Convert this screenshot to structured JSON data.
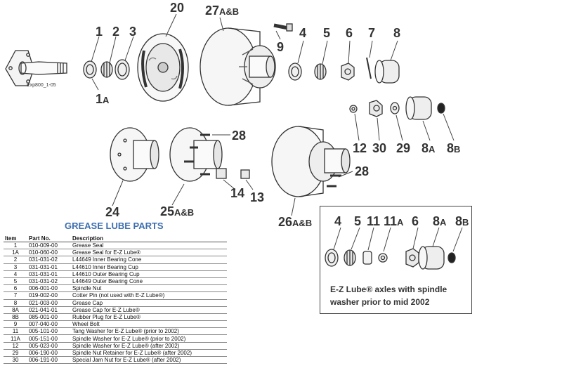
{
  "model_label": "Exp800_1-05",
  "callouts": {
    "c1": {
      "num": "1",
      "sfx": ""
    },
    "c2": {
      "num": "2",
      "sfx": ""
    },
    "c3": {
      "num": "3",
      "sfx": ""
    },
    "c1a": {
      "num": "1",
      "sfx": "A"
    },
    "c20": {
      "num": "20",
      "sfx": ""
    },
    "c27": {
      "num": "27",
      "sfx": "A&B"
    },
    "c9": {
      "num": "9",
      "sfx": ""
    },
    "c4": {
      "num": "4",
      "sfx": ""
    },
    "c5": {
      "num": "5",
      "sfx": ""
    },
    "c6": {
      "num": "6",
      "sfx": ""
    },
    "c7": {
      "num": "7",
      "sfx": ""
    },
    "c8": {
      "num": "8",
      "sfx": ""
    },
    "c12": {
      "num": "12",
      "sfx": ""
    },
    "c30": {
      "num": "30",
      "sfx": ""
    },
    "c29": {
      "num": "29",
      "sfx": ""
    },
    "c8a": {
      "num": "8",
      "sfx": "A"
    },
    "c8b": {
      "num": "8",
      "sfx": "B"
    },
    "c28a": {
      "num": "28",
      "sfx": ""
    },
    "c28b": {
      "num": "28",
      "sfx": ""
    },
    "c24": {
      "num": "24",
      "sfx": ""
    },
    "c25": {
      "num": "25",
      "sfx": "A&B"
    },
    "c14": {
      "num": "14",
      "sfx": ""
    },
    "c13": {
      "num": "13",
      "sfx": ""
    },
    "c26": {
      "num": "26",
      "sfx": "A&B"
    },
    "i4": {
      "num": "4",
      "sfx": ""
    },
    "i5": {
      "num": "5",
      "sfx": ""
    },
    "i11": {
      "num": "11",
      "sfx": ""
    },
    "i11a": {
      "num": "11",
      "sfx": "A"
    },
    "i6": {
      "num": "6",
      "sfx": ""
    },
    "i8a": {
      "num": "8",
      "sfx": "A"
    },
    "i8b": {
      "num": "8",
      "sfx": "B"
    }
  },
  "parts_section": {
    "title": "GREASE LUBE PARTS",
    "columns": [
      "Item",
      "Part No.",
      "Description"
    ],
    "rows": [
      [
        "1",
        "010-009-00",
        "Grease Seal"
      ],
      [
        "1A",
        "010-060-00",
        "Grease Seal for E-Z Lube®"
      ],
      [
        "2",
        "031-031-02",
        "L44649 Inner Bearing Cone"
      ],
      [
        "3",
        "031-031-01",
        "L44610 Inner Bearing Cup"
      ],
      [
        "4",
        "031-031-01",
        "L44610 Outer Bearing Cup"
      ],
      [
        "5",
        "031-031-02",
        "L44649 Outer Bearing Cone"
      ],
      [
        "6",
        "006-001-00",
        "Spindle Nut"
      ],
      [
        "7",
        "019-002-00",
        "Cotter Pin (not used with E-Z Lube®)"
      ],
      [
        "8",
        "021-003-00",
        "Grease Cap"
      ],
      [
        "8A",
        "021-041-01",
        "Grease Cap for E-Z Lube®"
      ],
      [
        "8B",
        "085-001-00",
        "Rubber Plug for E-Z Lube®"
      ],
      [
        "9",
        "007-040-00",
        "Wheel Bolt"
      ],
      [
        "11",
        "005-101-00",
        "Tang Washer for E-Z Lube® (prior to 2002)"
      ],
      [
        "11A",
        "005-151-00",
        "Spindle Washer for E-Z Lube® (prior to 2002)"
      ],
      [
        "12",
        "005-023-00",
        "Spindle Washer for E-Z Lube® (after 2002)"
      ],
      [
        "29",
        "006-190-00",
        "Spindle Nut Retainer for E-Z Lube® (after 2002)"
      ],
      [
        "30",
        "006-191-00",
        "Special Jam Nut for E-Z Lube® (after 2002)"
      ]
    ]
  },
  "inset_note": "E-Z Lube® axles with spindle washer prior to mid 2002"
}
